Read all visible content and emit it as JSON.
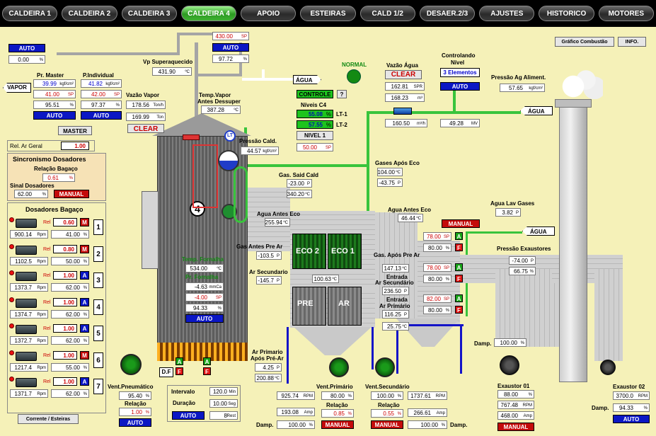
{
  "nav": {
    "tabs": [
      "CALDEIRA 1",
      "CALDEIRA 2",
      "CALDEIRA 3",
      "CALDEIRA 4",
      "APOIO",
      "ESTEIRAS",
      "CALD 1/2",
      "DESAER.2/3",
      "AJUSTES",
      "HISTORICO",
      "MOTORES"
    ],
    "active": "CALDEIRA 4"
  },
  "top_right": {
    "grafico": "Gráfico Combustão",
    "info": "INFO."
  },
  "auto_label": "AUTO",
  "manual_label": "MANUAL",
  "clear_label": "CLEAR",
  "top_left": {
    "value": "0.00",
    "unit": "%"
  },
  "vapor_label": "VAPOR",
  "master": {
    "title": "Pr. Master",
    "value": "39.99",
    "unit": "kgf/cm²",
    "sp": "41.00",
    "sp_unit": "SP",
    "out": "95.51",
    "out_unit": "%",
    "button": "MASTER"
  },
  "individual": {
    "title": "P.Individual",
    "value": "41.82",
    "unit": "kgf/cm²",
    "sp": "42.00",
    "sp_unit": "SP",
    "out": "97.37",
    "out_unit": "%"
  },
  "vazao_vapor": {
    "title": "Vazão Vapor",
    "v1": "178.56",
    "u1": "Ton/h",
    "v2": "169.99",
    "u2": "Ton"
  },
  "vp_super": {
    "title": "Vp Superaquecido",
    "value": "431.90",
    "unit": "ºC"
  },
  "sp_top": {
    "sp": "430.00",
    "sp_unit": "SP",
    "out": "97.72",
    "out_unit": "%"
  },
  "temp_vapor": {
    "title1": "Temp.Vapor",
    "title2": "Antes Dessuper",
    "value": "387.28",
    "unit": "ºC"
  },
  "agua_label": "ÁGUA",
  "normal_label": "NORMAL",
  "controle": {
    "label": "CONTROLE",
    "q": "?"
  },
  "niveis": {
    "title": "Níveis C4",
    "lt1": "55.08",
    "lt1_label": "LT-1",
    "lt2": "57.55",
    "lt2_label": "LT-2",
    "nivel": "NIVEL 1",
    "sp": "50.00",
    "sp_unit": "SP",
    "unit": "%"
  },
  "vazao_agua": {
    "title": "Vazão Água",
    "spr": "162.81",
    "spr_unit": "SPR",
    "m3": "168.23",
    "m3_unit": "m³",
    "flow": "160.50",
    "flow_unit": "m³/h"
  },
  "controlando": {
    "t1": "Controlando",
    "t2": "Nível",
    "mode": "3 Elementos",
    "mv": "49.28",
    "mv_unit": "MV"
  },
  "pressao_ag": {
    "title": "Pressão Ag Aliment.",
    "value": "57.65",
    "unit": "kgf/cm²"
  },
  "rel_ar": {
    "label": "Rel. Ar Geral",
    "value": "1.00"
  },
  "sincronismo": {
    "title": "Sincronismo Dosadores",
    "rel_title": "Relação Bagaço",
    "rel_value": "0.61",
    "rel_unit": "%",
    "sinal_title": "Sinal Dosadores",
    "sinal_value": "62.00",
    "sinal_unit": "%"
  },
  "dosadores": {
    "title": "Dosadores Bagaço",
    "rel_label": "Rel",
    "rpm_unit": "Rpm",
    "pct_unit": "%",
    "items": [
      {
        "num": "1",
        "rel": "0.60",
        "rpm": "900.14",
        "pct": "41.00",
        "mode": "M"
      },
      {
        "num": "2",
        "rel": "0.80",
        "rpm": "1102.5",
        "pct": "50.00",
        "mode": "M"
      },
      {
        "num": "3",
        "rel": "1.00",
        "rpm": "1373.7",
        "pct": "62.00",
        "mode": "A"
      },
      {
        "num": "4",
        "rel": "1.00",
        "rpm": "1374.7",
        "pct": "62.00",
        "mode": "A"
      },
      {
        "num": "5",
        "rel": "1.00",
        "rpm": "1372.7",
        "pct": "62.00",
        "mode": "A"
      },
      {
        "num": "6",
        "rel": "1.00",
        "rpm": "1217.4",
        "pct": "55.00",
        "mode": "M"
      },
      {
        "num": "7",
        "rel": "1.00",
        "rpm": "1371.7",
        "pct": "62.00",
        "mode": "A"
      }
    ]
  },
  "boiler_number": "4",
  "lt_label": "LT",
  "pressao_cald": {
    "title": "Pressão Cald.",
    "value": "44.57",
    "unit": "kgf/cm²"
  },
  "temp_fornalha": {
    "title": "Temp. Fornalha",
    "value": "534.00",
    "unit": "ºC"
  },
  "pr_fornalha": {
    "title": "Pr. Fornalha",
    "value": "-4.63",
    "unit": "mmCa",
    "sp": "-4.00",
    "sp_unit": "SP",
    "out": "94.33",
    "out_unit": "%"
  },
  "gas_said": {
    "title": "Gas. Said Cald",
    "p": "-23.00",
    "p_unit": "P",
    "t": "340.20",
    "t_unit": "ºC"
  },
  "agua_antes_eco": {
    "title": "Agua Antes Eco",
    "value": "255.94",
    "unit": "ºC"
  },
  "gas_antes_pre": {
    "title": "Gas Antes Pre Ar",
    "value": "-103.5",
    "unit": "P"
  },
  "ar_secundario": {
    "title": "Ar Secundario",
    "value": "-145.7",
    "unit": "P"
  },
  "eco2_label": "ECO 2",
  "eco1_label": "ECO 1",
  "eco_temp": {
    "value": "100.63",
    "unit": "ºC"
  },
  "pre_label": "PRE",
  "ar_label": "AR",
  "gases_apos_eco": {
    "title": "Gases Após Eco",
    "t": "104.00",
    "t_unit": "ºC",
    "p": "-43.75",
    "p_unit": "P"
  },
  "agua_antes_eco2": {
    "title": "Agua Antes Eco",
    "value": "46.44",
    "unit": "ºC"
  },
  "gas_apos_pre": {
    "title": "Gas. Após Pre Ar",
    "value": "147.13",
    "unit": "ºC"
  },
  "entrada_sec": {
    "t1": "Entrada",
    "t2": "Ar Secundário",
    "value": "236.50",
    "unit": "P"
  },
  "entrada_pri": {
    "t1": "Entrada",
    "t2": "Ar Primário",
    "value": "116.25",
    "unit": "P"
  },
  "lower_temp": {
    "value": "25.75",
    "unit": "ºC"
  },
  "ar_primario_apos": {
    "t1": "Ar Primario",
    "t2": "Após Pré-Ar",
    "p": "4.25",
    "p_unit": "P",
    "t": "200.88",
    "t_unit": "ºC"
  },
  "lavador": {
    "sp_unit": "SP",
    "pct_unit": "%",
    "rows": [
      {
        "sp": "78.00",
        "pct": "80.00"
      },
      {
        "sp": "78.00",
        "pct": "80.00"
      },
      {
        "sp": "82.00",
        "pct": "80.00"
      }
    ]
  },
  "agua_lav": {
    "title": "Agua Lav Gases",
    "value": "3.82",
    "unit": "P"
  },
  "pressao_exaust": {
    "title": "Pressão Exaustores",
    "p": "-74.00",
    "p_unit": "P",
    "pct": "66.75",
    "pct_unit": "%"
  },
  "damp_right": {
    "label": "Damp.",
    "value": "100.00",
    "unit": "%"
  },
  "df_label": "D.F",
  "vent_pneu": {
    "title": "Vent.Pneumático",
    "value": "95.40",
    "unit": "%",
    "rel_title": "Relação",
    "rel": "1.00",
    "rel_unit": "%"
  },
  "intervalo": {
    "label1": "Intervalo",
    "v1": "120.0",
    "u1": "Min",
    "label2": "Duração",
    "v2": "10.00",
    "u2": "Seg",
    "rest": "8",
    "rest_unit": "Rest"
  },
  "vent_pri": {
    "title": "Vent.Primário",
    "rpm": "925.74",
    "rpm_unit": "RPM",
    "pct": "80.00",
    "pct_unit": "%",
    "amp": "193.08",
    "amp_unit": "Amp",
    "rel_title": "Relação",
    "rel": "0.85",
    "rel_unit": "%",
    "damp": "100.00"
  },
  "vent_sec": {
    "title": "Vent.Secundário",
    "pct": "100.00",
    "pct_unit": "%",
    "rpm": "1737.61",
    "rpm_unit": "RPM",
    "rel_title": "Relação",
    "rel": "0.55",
    "rel_unit": "%",
    "amp": "266.61",
    "amp_unit": "Amp",
    "damp": "100.00"
  },
  "damp_label": "Damp.",
  "exaustor1": {
    "title": "Exaustor 01",
    "pct": "88.00",
    "pct_unit": "%",
    "rpm": "767.48",
    "rpm_unit": "RPM",
    "amp": "468.00",
    "amp_unit": "Amp"
  },
  "exaustor2": {
    "title": "Exaustor 02",
    "rpm": "3700.0",
    "rpm_unit": "RPM",
    "damp": "94.33",
    "damp_unit": "%"
  },
  "corrente": "Corrente / Esteiras"
}
